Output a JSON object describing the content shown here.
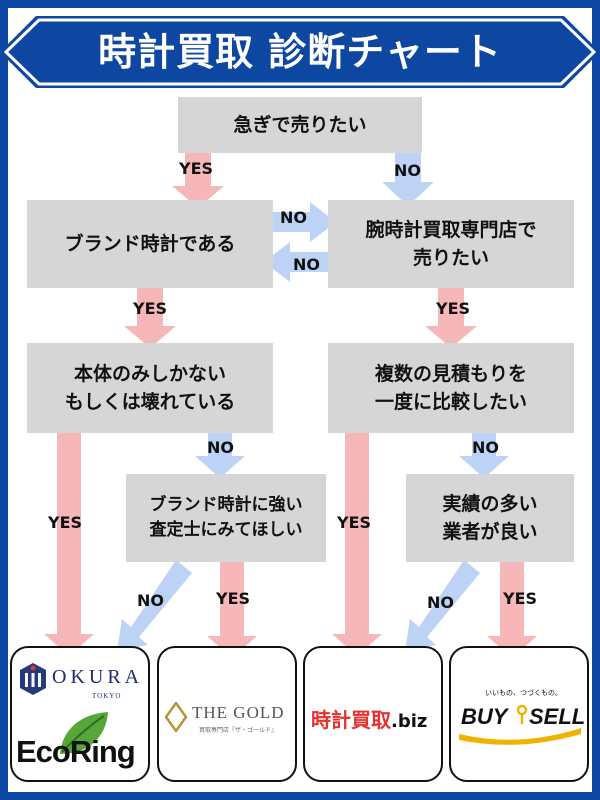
{
  "title": "時計買取 診断チャート",
  "nodes": {
    "start": "急ぎで売りたい",
    "brand": "ブランド時計である",
    "specialist": [
      "腕時計買取専門店で",
      "売りたい"
    ],
    "body_only": [
      "本体のみしかない",
      "もしくは壊れている"
    ],
    "estimates": [
      "複数の見積もりを",
      "一度に比較したい"
    ],
    "appraiser": [
      "ブランド時計に強い",
      "査定士にみてほしい"
    ],
    "experienced": [
      "実績の多い",
      "業者が良い"
    ]
  },
  "labels": {
    "yes": "YES",
    "no": "NO"
  },
  "logos": {
    "okura": {
      "name": "OKURA",
      "sub": "TOKYO"
    },
    "ecoring": {
      "name_eco": "Eco",
      "name_ring": "Ring"
    },
    "thegold": {
      "name": "THE GOLD",
      "sub": "買取専門店『ザ・ゴールド』"
    },
    "tokeibiz": {
      "name": "時計買取",
      "suffix": ".biz"
    },
    "buysell": {
      "tagline": "いいもの、つづくもの。",
      "buy": "BUY",
      "sell": "SELL"
    }
  },
  "colors": {
    "navy": "#0d47a1",
    "box": "#d6d6d6",
    "yes_arrow": "#f6b7b9",
    "no_arrow": "#bcd3f6",
    "biz_red": "#e8302d"
  }
}
